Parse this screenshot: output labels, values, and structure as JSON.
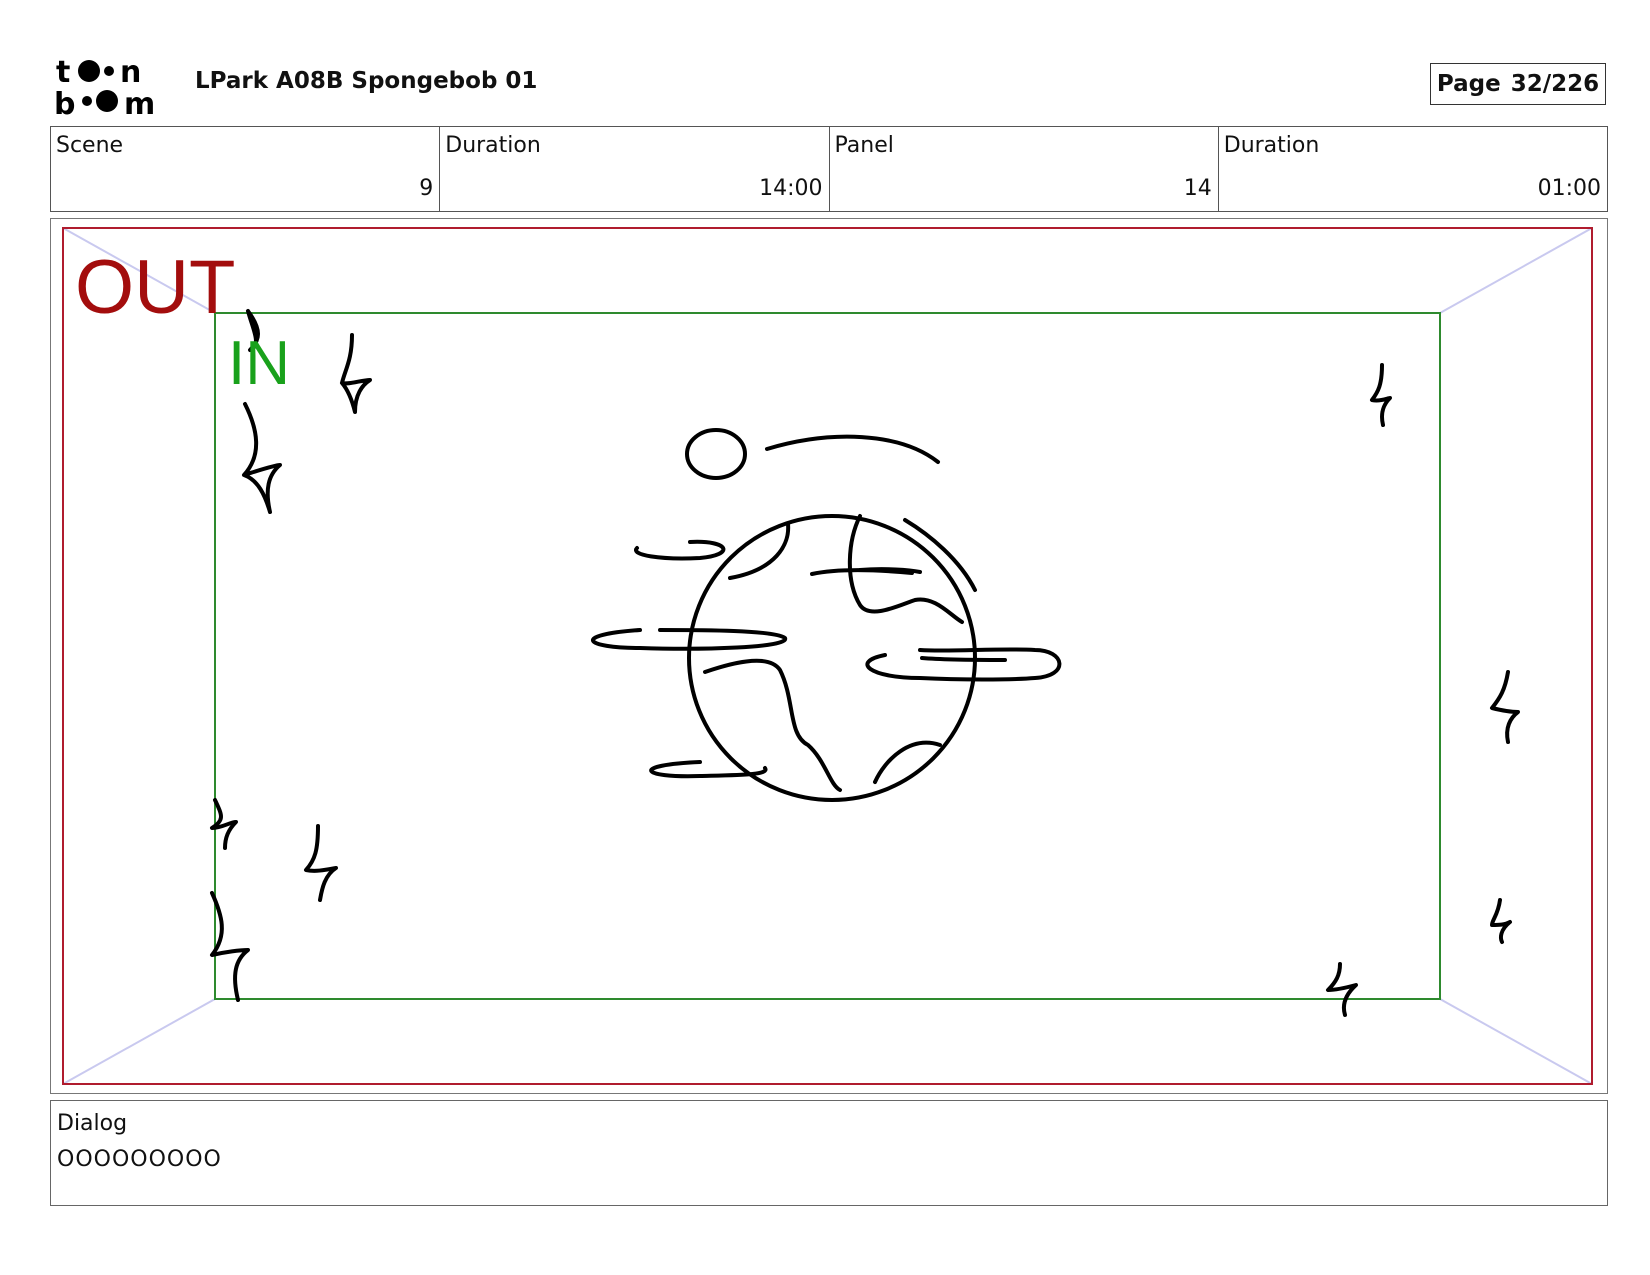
{
  "header": {
    "logo_text_top": "toon",
    "logo_text_bottom": "boom",
    "project_title": "LPark A08B Spongebob 01",
    "page_label": "Page",
    "page_value": "32/226"
  },
  "info": {
    "scene_label": "Scene",
    "scene_value": "9",
    "scene_duration_label": "Duration",
    "scene_duration_value": "14:00",
    "panel_label": "Panel",
    "panel_value": "14",
    "panel_duration_label": "Duration",
    "panel_duration_value": "01:00"
  },
  "frame": {
    "out_label": "OUT",
    "in_label": "IN",
    "colors": {
      "out": "#a30d0d",
      "in": "#19a11b",
      "guides": "#c9c9ef",
      "sketch": "#000000"
    },
    "sketch_subject": "planet-with-stars"
  },
  "dialog": {
    "label": "Dialog",
    "text": "OOOOOOOOO"
  }
}
